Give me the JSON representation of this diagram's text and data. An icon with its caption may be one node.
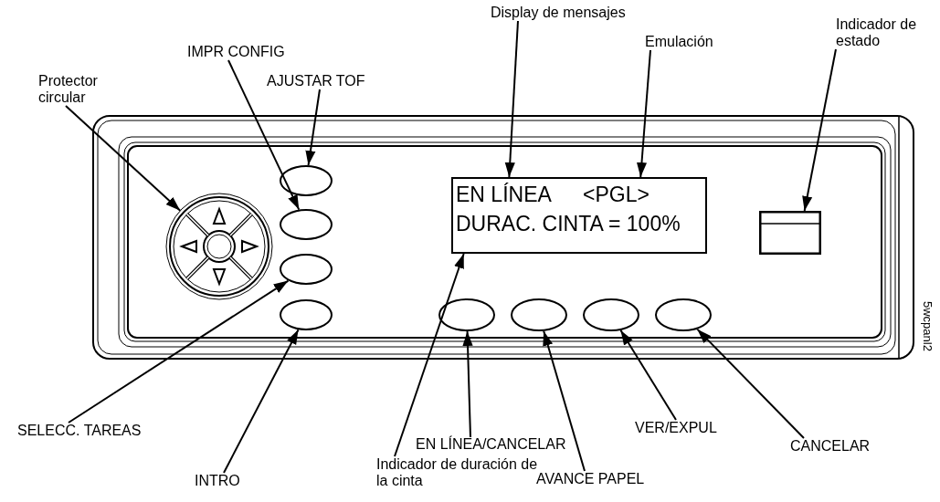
{
  "diagram": {
    "nodes": [
      {
        "text": [
          "Protector circular"
        ]
      },
      {
        "text": [
          "IMPR CONFIG"
        ]
      },
      {
        "text": [
          "AJUSTAR TOF"
        ]
      },
      {
        "text": [
          "Display de mensajes"
        ]
      },
      {
        "text": [
          "Emulación"
        ]
      },
      {
        "text": [
          "Indicador de estado"
        ]
      },
      {
        "text": [
          "SELECC. TAREAS"
        ]
      },
      {
        "text": [
          "INTRO"
        ]
      },
      {
        "text": [
          "Indicador de duración de la cinta"
        ]
      },
      {
        "text": [
          "EN LÍNEA/CANCELAR"
        ]
      },
      {
        "text": [
          "AVANCE PAPEL"
        ]
      },
      {
        "text": [
          "VER/EXPUL"
        ]
      },
      {
        "text": [
          "CANCELAR"
        ]
      },
      {
        "text": [],
        "shape": "circle"
      },
      {
        "text": [],
        "shape": "ellipse"
      },
      {
        "text": [],
        "shape": "ellipse"
      },
      {
        "text": [],
        "shape": "ellipse"
      },
      {
        "text": [],
        "shape": "ellipse"
      },
      {
        "text": [
          "EN LÍNEA",
          "<PGL>",
          "DURAC. CINTA = 100%"
        ]
      },
      {
        "text": [],
        "shape": "box"
      },
      {
        "text": [],
        "shape": "ellipse"
      },
      {
        "text": [],
        "shape": "ellipse"
      },
      {
        "text": [],
        "shape": "ellipse"
      },
      {
        "text": [],
        "shape": "ellipse"
      }
    ],
    "edges": [
      {
        "from": 0,
        "to": 13,
        "arrow": "to"
      },
      {
        "from": 1,
        "to": 15,
        "arrow": "to"
      },
      {
        "from": 2,
        "to": 14,
        "arrow": "to"
      },
      {
        "from": 3,
        "to": 18,
        "arrow": "to"
      },
      {
        "from": 4,
        "to": 18,
        "arrow": "to"
      },
      {
        "from": 5,
        "to": 19,
        "arrow": "to"
      },
      {
        "from": 6,
        "to": 16,
        "arrow": "to"
      },
      {
        "from": 7,
        "to": 17,
        "arrow": "to"
      },
      {
        "from": 8,
        "to": 18,
        "arrow": "to"
      },
      {
        "from": 9,
        "to": 20,
        "arrow": "to"
      },
      {
        "from": 10,
        "to": 21,
        "arrow": "to"
      },
      {
        "from": 11,
        "to": 22,
        "arrow": "to"
      },
      {
        "from": 12,
        "to": 23,
        "arrow": "to"
      }
    ],
    "labels": [
      "5wcpanl2"
    ]
  }
}
